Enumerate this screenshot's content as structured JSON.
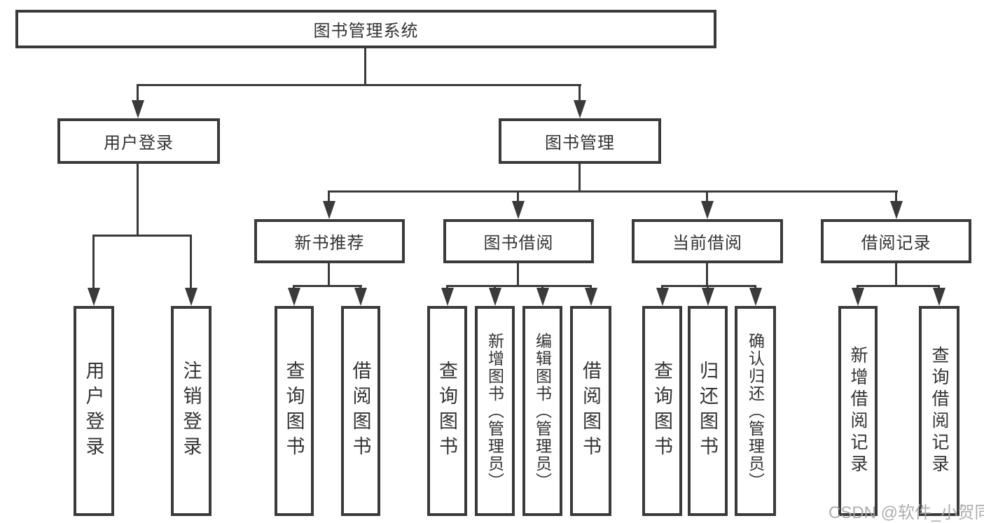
{
  "diagram": {
    "root": {
      "label": "图书管理系统"
    },
    "level2": [
      {
        "id": "user-login-branch",
        "label": "用户登录"
      },
      {
        "id": "book-management-branch",
        "label": "图书管理"
      }
    ],
    "level3": [
      {
        "id": "new-book-recommend",
        "label": "新书推荐",
        "parent": "图书管理"
      },
      {
        "id": "book-borrowing",
        "label": "图书借阅",
        "parent": "图书管理"
      },
      {
        "id": "current-borrowing",
        "label": "当前借阅",
        "parent": "图书管理"
      },
      {
        "id": "borrowing-records",
        "label": "借阅记录",
        "parent": "图书管理"
      }
    ],
    "leaves": [
      {
        "label": "用户登录",
        "parent": "用户登录"
      },
      {
        "label": "注销登录",
        "parent": "用户登录"
      },
      {
        "label": "查询图书",
        "parent": "新书推荐"
      },
      {
        "label": "借阅图书",
        "parent": "新书推荐"
      },
      {
        "label": "查询图书",
        "parent": "图书借阅"
      },
      {
        "label": "新增图书（管理员）",
        "parent": "图书借阅"
      },
      {
        "label": "编辑图书（管理员）",
        "parent": "图书借阅"
      },
      {
        "label": "借阅图书",
        "parent": "图书借阅"
      },
      {
        "label": "查询图书",
        "parent": "当前借阅"
      },
      {
        "label": "归还图书",
        "parent": "当前借阅"
      },
      {
        "label": "确认归还（管理员）",
        "parent": "当前借阅"
      },
      {
        "label": "新增借阅记录",
        "parent": "借阅记录"
      },
      {
        "label": "查询借阅记录",
        "parent": "借阅记录"
      }
    ]
  },
  "watermark": {
    "text": "CSDN @软件_小贺同学"
  },
  "colors": {
    "line": "#3a3a3a",
    "text": "#333333",
    "watermark": "#a6a6a6",
    "background": "#ffffff"
  }
}
